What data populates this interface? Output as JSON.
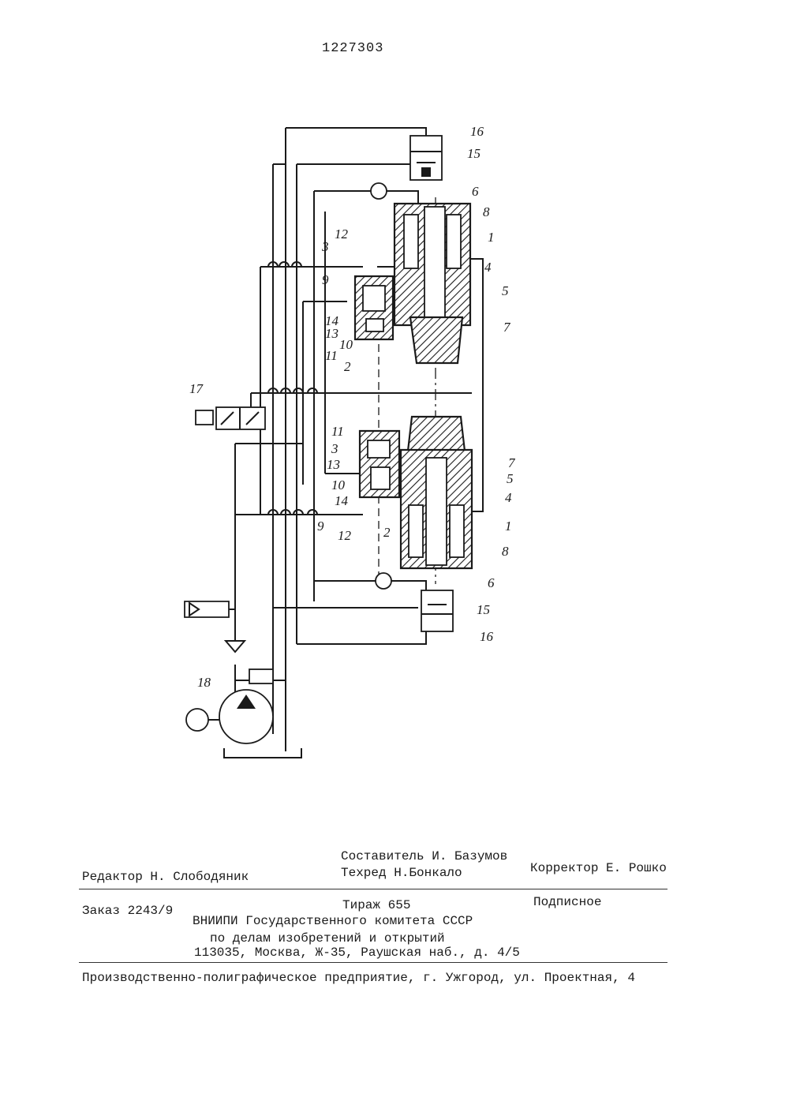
{
  "patent_number": "1227303",
  "figure_labels": [
    "1",
    "2",
    "3",
    "4",
    "5",
    "6",
    "7",
    "8",
    "9",
    "10",
    "11",
    "12",
    "13",
    "14",
    "15",
    "16",
    "17",
    "18"
  ],
  "imprint": {
    "compiler": "Составитель И. Базумов",
    "editor": "Редактор Н. Слободяник",
    "techred": "Техред  Н.Бонкало",
    "corrector": "Корректор Е. Рошко",
    "order": "Заказ 2243/9",
    "circulation": "Тираж 655",
    "subscription": "Подписное",
    "org_line1": "ВНИИПИ Государственного комитета СССР",
    "org_line2": "по делам изобретений и открытий",
    "org_address": "113035, Москва, Ж-35, Раушская наб., д. 4/5",
    "printer": "Производственно-полиграфическое предприятие, г. Ужгород, ул. Проектная, 4"
  }
}
